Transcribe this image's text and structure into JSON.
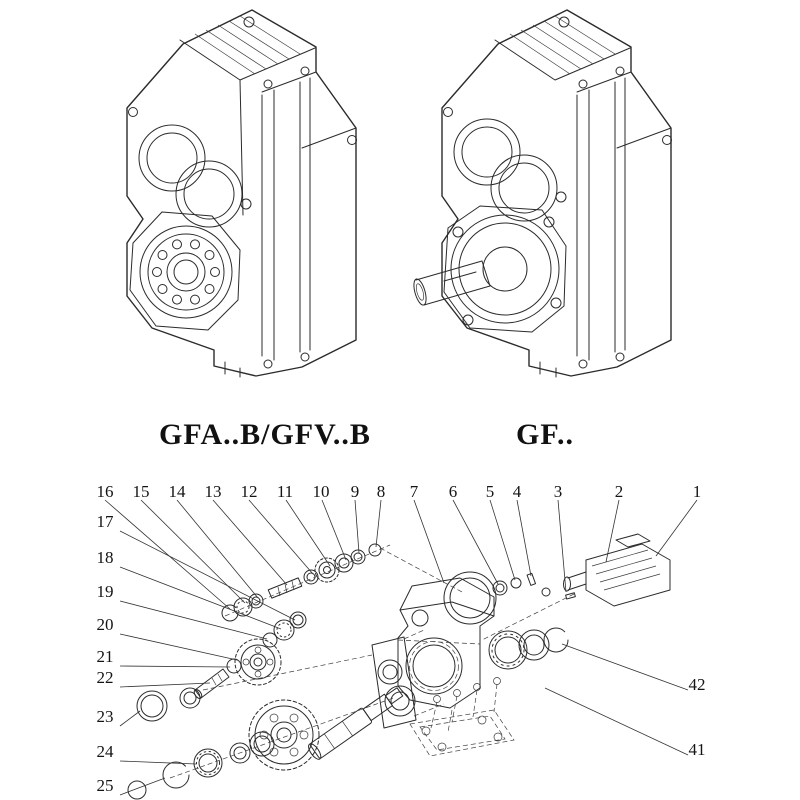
{
  "models": {
    "left": "GFA..B/GFV..B",
    "right": "GF.."
  },
  "exploded": {
    "top": [
      "16",
      "15",
      "14",
      "13",
      "12",
      "11",
      "10",
      "9",
      "8",
      "7",
      "6",
      "5",
      "4",
      "3",
      "2",
      "1"
    ],
    "left": [
      "17",
      "18",
      "19",
      "20",
      "21",
      "22",
      "23",
      "24",
      "25"
    ],
    "right": [
      "42",
      "41"
    ]
  },
  "colors": {
    "line": "#2b2b2b",
    "background": "#ffffff"
  }
}
